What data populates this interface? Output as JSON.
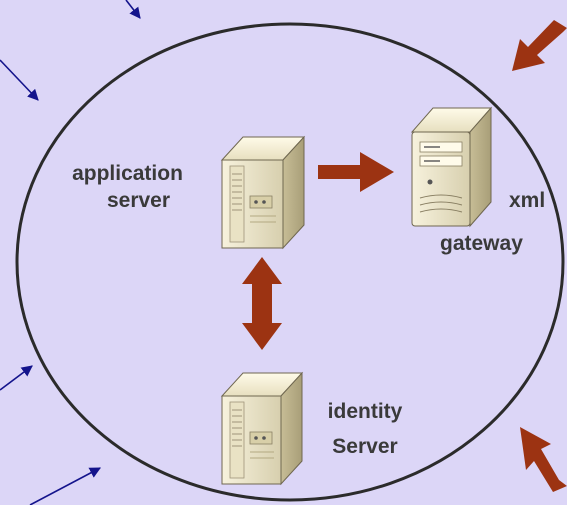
{
  "nodes": {
    "app_server": {
      "line1": "application",
      "line2": "server"
    },
    "xml_gateway": {
      "line1": "xml",
      "line2": "gateway"
    },
    "identity_server": {
      "line1": "identity",
      "line2": "Server"
    }
  },
  "colors": {
    "background": "#dcd6f7",
    "boundary": "#2b2b2b",
    "internal_arrow": "#9c3312",
    "external_arrow": "#14148c",
    "text": "#3a3a3a"
  }
}
